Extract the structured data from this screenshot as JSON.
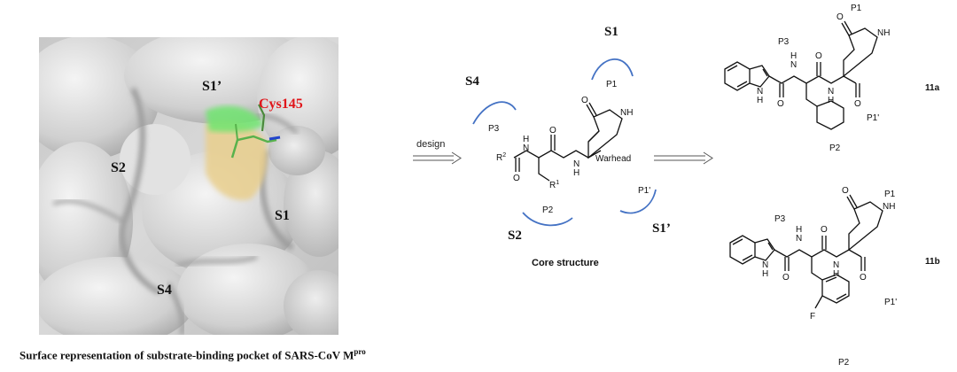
{
  "surface_panel": {
    "labels": {
      "s1_prime": "S1’",
      "s2": "S2",
      "s1": "S1",
      "s4": "S4",
      "residue": "Cys145"
    },
    "residue_color": "#e0161b"
  },
  "caption": {
    "text": "Surface representation of substrate-binding pocket of SARS-CoV M",
    "superscript": "pro"
  },
  "core": {
    "arrow_label": "design",
    "pockets": {
      "s1": "S1",
      "s4": "S4",
      "s2": "S2",
      "s1_prime": "S1’"
    },
    "positions": {
      "p1": "P1",
      "p3": "P3",
      "p2": "P2",
      "p1_prime": "P1'"
    },
    "groups": {
      "r2": "R",
      "r2_sup": "2",
      "r1": "R",
      "r1_sup": "1",
      "warhead": "Warhead"
    },
    "atoms": {
      "o": "O",
      "nh": "NH",
      "h": "H",
      "n": "N"
    },
    "title": "Core structure",
    "arc_color": "#4472c4"
  },
  "compound_11a": {
    "id": "11a",
    "p1": "P1",
    "p3": "P3",
    "p2": "P2",
    "p1_prime": "P1'",
    "atoms": {
      "o": "O",
      "nh": "NH",
      "h": "H",
      "n": "N"
    }
  },
  "compound_11b": {
    "id": "11b",
    "p1": "P1",
    "p3": "P3",
    "p2": "P2",
    "p1_prime": "P1'",
    "atoms": {
      "o": "O",
      "nh": "NH",
      "h": "H",
      "n": "N",
      "f": "F"
    }
  }
}
